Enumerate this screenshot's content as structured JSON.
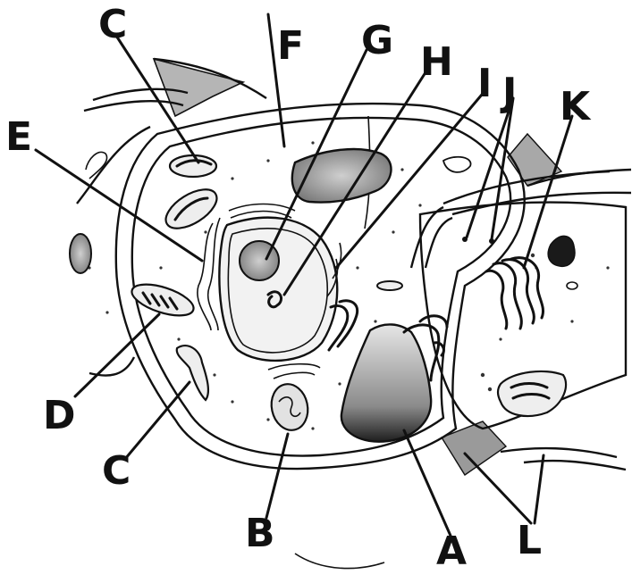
{
  "labels": {
    "a": "A",
    "b": "B",
    "c_top": "C",
    "c_bottom": "C",
    "d": "D",
    "e": "E",
    "f": "F",
    "g": "G",
    "h": "H",
    "i": "I",
    "j": "J",
    "k": "K",
    "l": "L"
  }
}
